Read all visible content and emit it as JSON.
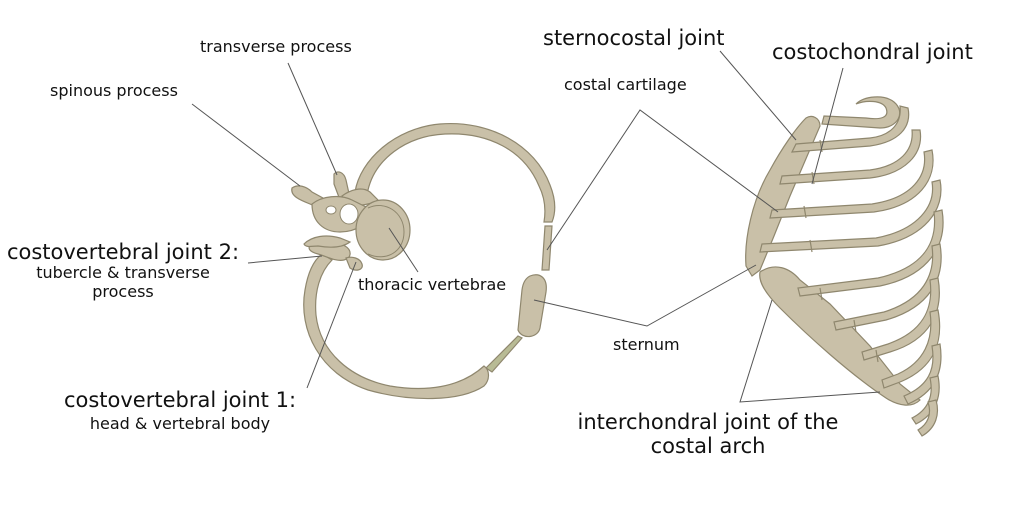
{
  "colors": {
    "bone_fill": "#c9c0a8",
    "bone_stroke": "#8f876e",
    "cartilage": "#b8bb95",
    "leader_line": "#555555",
    "background": "#ffffff",
    "text": "#111111"
  },
  "labels": {
    "transverse_process": "transverse process",
    "spinous_process": "spinous process",
    "costovertebral_joint_2_title": "costovertebral joint 2:",
    "costovertebral_joint_2_sub1": "tubercle & transverse",
    "costovertebral_joint_2_sub2": "process",
    "thoracic_vertebrae": "thoracic vertebrae",
    "costovertebral_joint_1_title": "costovertebral joint 1:",
    "costovertebral_joint_1_sub": "head & vertebral body",
    "costal_cartilage": "costal cartilage",
    "sternocostal_joint": "sternocostal joint",
    "costochondral_joint": "costochondral joint",
    "sternum": "sternum",
    "interchondral_joint_line1": "interchondral joint of the",
    "interchondral_joint_line2": "costal arch"
  }
}
